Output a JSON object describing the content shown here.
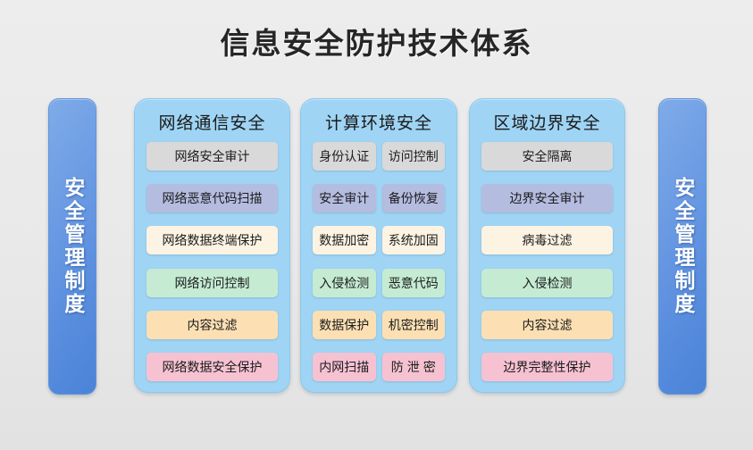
{
  "title": "信息安全防护技术体系",
  "colors": {
    "background_top": "#ededed",
    "background_bottom": "#e2e2e2",
    "side_bar_blue": "#5a8ede",
    "panel_blue": "#9fd4f4",
    "chip_gray": "#d9d9d9",
    "chip_purple": "#b4bce0",
    "chip_cream": "#fdf3e3",
    "chip_green": "#c5ecd3",
    "chip_orange": "#fce0b4",
    "chip_pink": "#f6c2d2"
  },
  "side_bars": {
    "left_label": "安全管理制度",
    "right_label": "安全管理制度"
  },
  "panels": [
    {
      "title": "网络通信安全",
      "columns": 1,
      "rows": [
        {
          "color": "gray",
          "items": [
            "网络安全审计"
          ]
        },
        {
          "color": "purple",
          "items": [
            "网络恶意代码扫描"
          ]
        },
        {
          "color": "cream",
          "items": [
            "网络数据终端保护"
          ]
        },
        {
          "color": "green",
          "items": [
            "网络访问控制"
          ]
        },
        {
          "color": "orange",
          "items": [
            "内容过滤"
          ]
        },
        {
          "color": "pink",
          "items": [
            "网络数据安全保护"
          ]
        }
      ]
    },
    {
      "title": "计算环境安全",
      "columns": 2,
      "rows": [
        {
          "color": "gray",
          "items": [
            "身份认证",
            "访问控制"
          ]
        },
        {
          "color": "purple",
          "items": [
            "安全审计",
            "备份恢复"
          ]
        },
        {
          "color": "cream",
          "items": [
            "数据加密",
            "系统加固"
          ]
        },
        {
          "color": "green",
          "items": [
            "入侵检测",
            "恶意代码"
          ]
        },
        {
          "color": "orange",
          "items": [
            "数据保护",
            "机密控制"
          ]
        },
        {
          "color": "pink",
          "items": [
            "内网扫描",
            "防泄密"
          ]
        }
      ]
    },
    {
      "title": "区域边界安全",
      "columns": 1,
      "rows": [
        {
          "color": "gray",
          "items": [
            "安全隔离"
          ]
        },
        {
          "color": "purple",
          "items": [
            "边界安全审计"
          ]
        },
        {
          "color": "cream",
          "items": [
            "病毒过滤"
          ]
        },
        {
          "color": "green",
          "items": [
            "入侵检测"
          ]
        },
        {
          "color": "orange",
          "items": [
            "内容过滤"
          ]
        },
        {
          "color": "pink",
          "items": [
            "边界完整性保护"
          ]
        }
      ]
    }
  ]
}
